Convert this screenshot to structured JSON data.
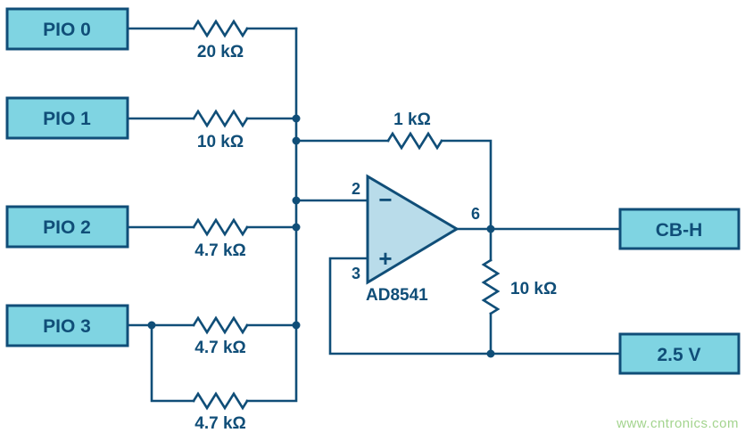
{
  "colors": {
    "line": "#104e78",
    "box_fill": "#7fd4e2",
    "opamp_fill": "#b9dcea",
    "watermark": "#a3d48e",
    "background": "#ffffff"
  },
  "blocks": {
    "pio0": "PIO 0",
    "pio1": "PIO 1",
    "pio2": "PIO 2",
    "pio3": "PIO 3",
    "output": "CB-H",
    "reference": "2.5 V"
  },
  "resistors": {
    "r_pio0": "20 kΩ",
    "r_pio1": "10 kΩ",
    "r_pio2": "4.7 kΩ",
    "r_pio3_a": "4.7 kΩ",
    "r_pio3_b": "4.7 kΩ",
    "r_feedback": "1 kΩ",
    "r_output": "10 kΩ"
  },
  "opamp": {
    "part": "AD8541",
    "pin_inverting": "2",
    "pin_noninverting": "3",
    "pin_output": "6",
    "minus_sign": "−",
    "plus_sign": "+"
  },
  "watermark": "www.cntronics.com"
}
